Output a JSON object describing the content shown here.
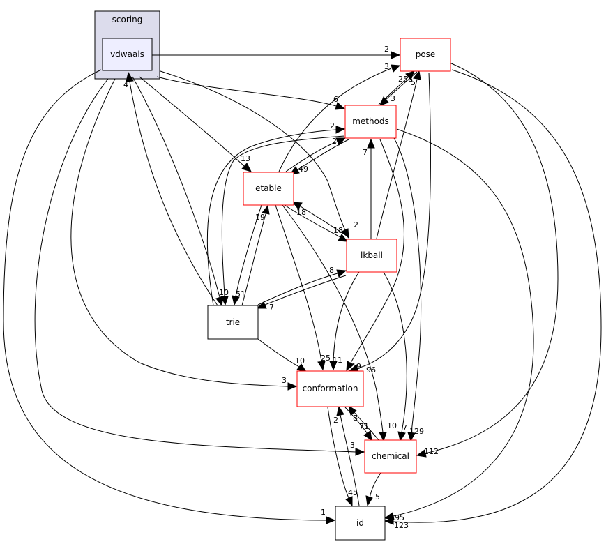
{
  "cluster": {
    "label": "scoring",
    "fill": "#dcdcec",
    "stroke": "#000000"
  },
  "colors": {
    "focus_fill": "#eeeeff",
    "default_stroke": "#000000",
    "ref_stroke": "#ff0000"
  },
  "nodes": {
    "vdwaals": "vdwaals",
    "pose": "pose",
    "methods": "methods",
    "etable": "etable",
    "lkball": "lkball",
    "trie": "trie",
    "conformation": "conformation",
    "chemical": "chemical",
    "id": "id"
  },
  "edge_labels": [
    "2",
    "3",
    "258",
    "3",
    "5",
    "6",
    "4",
    "2",
    "20",
    "49",
    "7",
    "13",
    "18",
    "18",
    "2",
    "19",
    "10",
    "51",
    "8",
    "7",
    "10",
    "25",
    "11",
    "19",
    "96",
    "3",
    "2",
    "8",
    "45",
    "71",
    "10",
    "7",
    "129",
    "3",
    "112",
    "5",
    "1",
    "95",
    "123"
  ]
}
